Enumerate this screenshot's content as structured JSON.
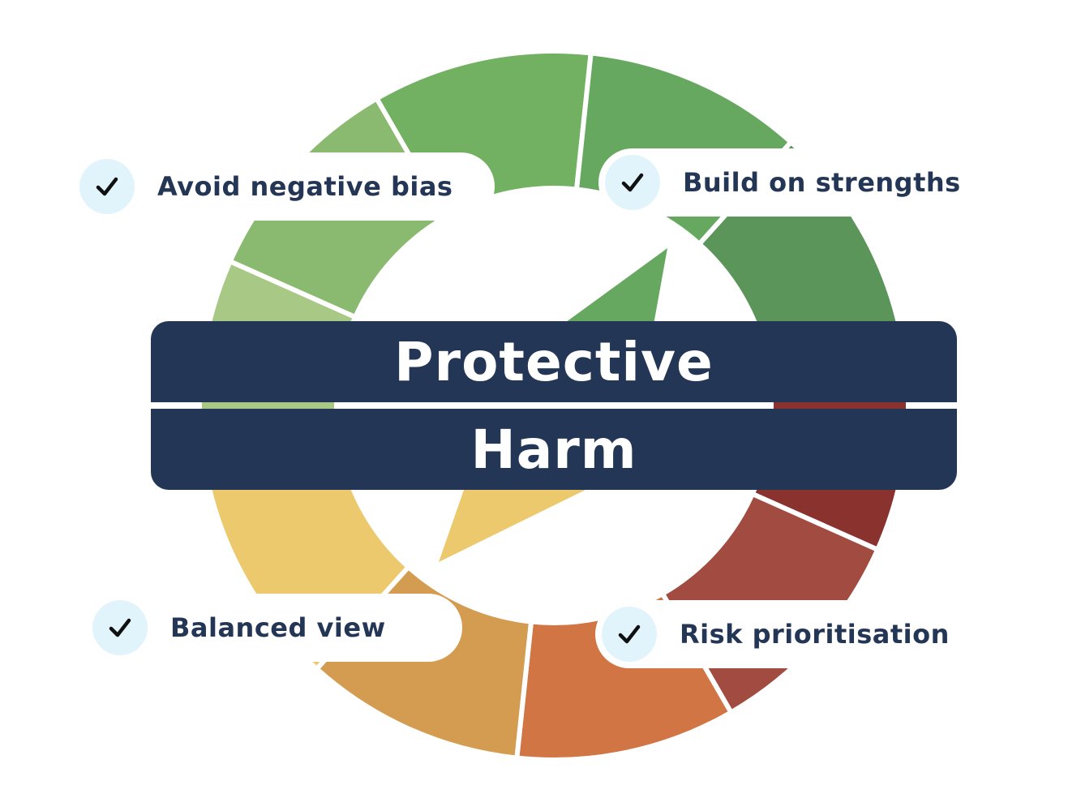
{
  "center": {
    "top_label": "Protective",
    "bottom_label": "Harm"
  },
  "callouts": [
    {
      "label": "Avoid negative bias"
    },
    {
      "label": "Build on strengths"
    },
    {
      "label": "Balanced view"
    },
    {
      "label": "Risk prioritisation"
    }
  ],
  "colors": {
    "band": "#243656",
    "label_text": "#243656",
    "check_bg": "#e1f4fb",
    "ring_segments": [
      "#72b062",
      "#66a85f",
      "#5b955a",
      "#8a332e",
      "#a24b40",
      "#d27545",
      "#d49c50",
      "#edc96e",
      "#a8c886",
      "#8aba6f"
    ],
    "needle_top": "#66a85f",
    "needle_bottom": "#edc96e"
  },
  "icons": {
    "callout_icon": "check-icon"
  }
}
